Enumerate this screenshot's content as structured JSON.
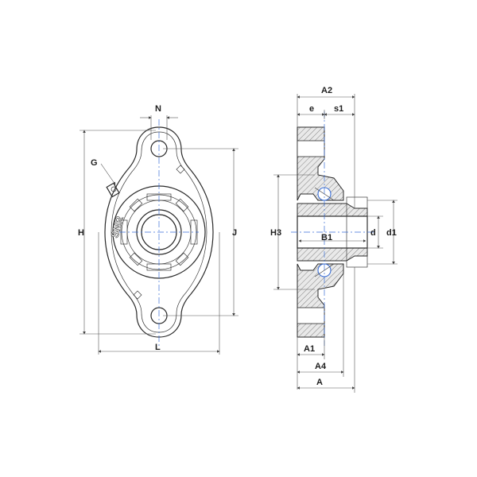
{
  "logo": {
    "text": "SNR"
  },
  "front_view": {
    "labels": {
      "N": "N",
      "G": "G",
      "H": "H",
      "J": "J",
      "L": "L"
    }
  },
  "side_view": {
    "labels": {
      "A2": "A2",
      "e": "e",
      "s1": "s1",
      "H3": "H3",
      "B1": "B1",
      "d": "d",
      "d1": "d1",
      "A1": "A1",
      "A4": "A4",
      "A": "A"
    }
  },
  "colors": {
    "line": "#2a2a2a",
    "centerline": "#3b6fd6",
    "ball": "#3b6fd6",
    "hatch": "#5a5a5a"
  }
}
